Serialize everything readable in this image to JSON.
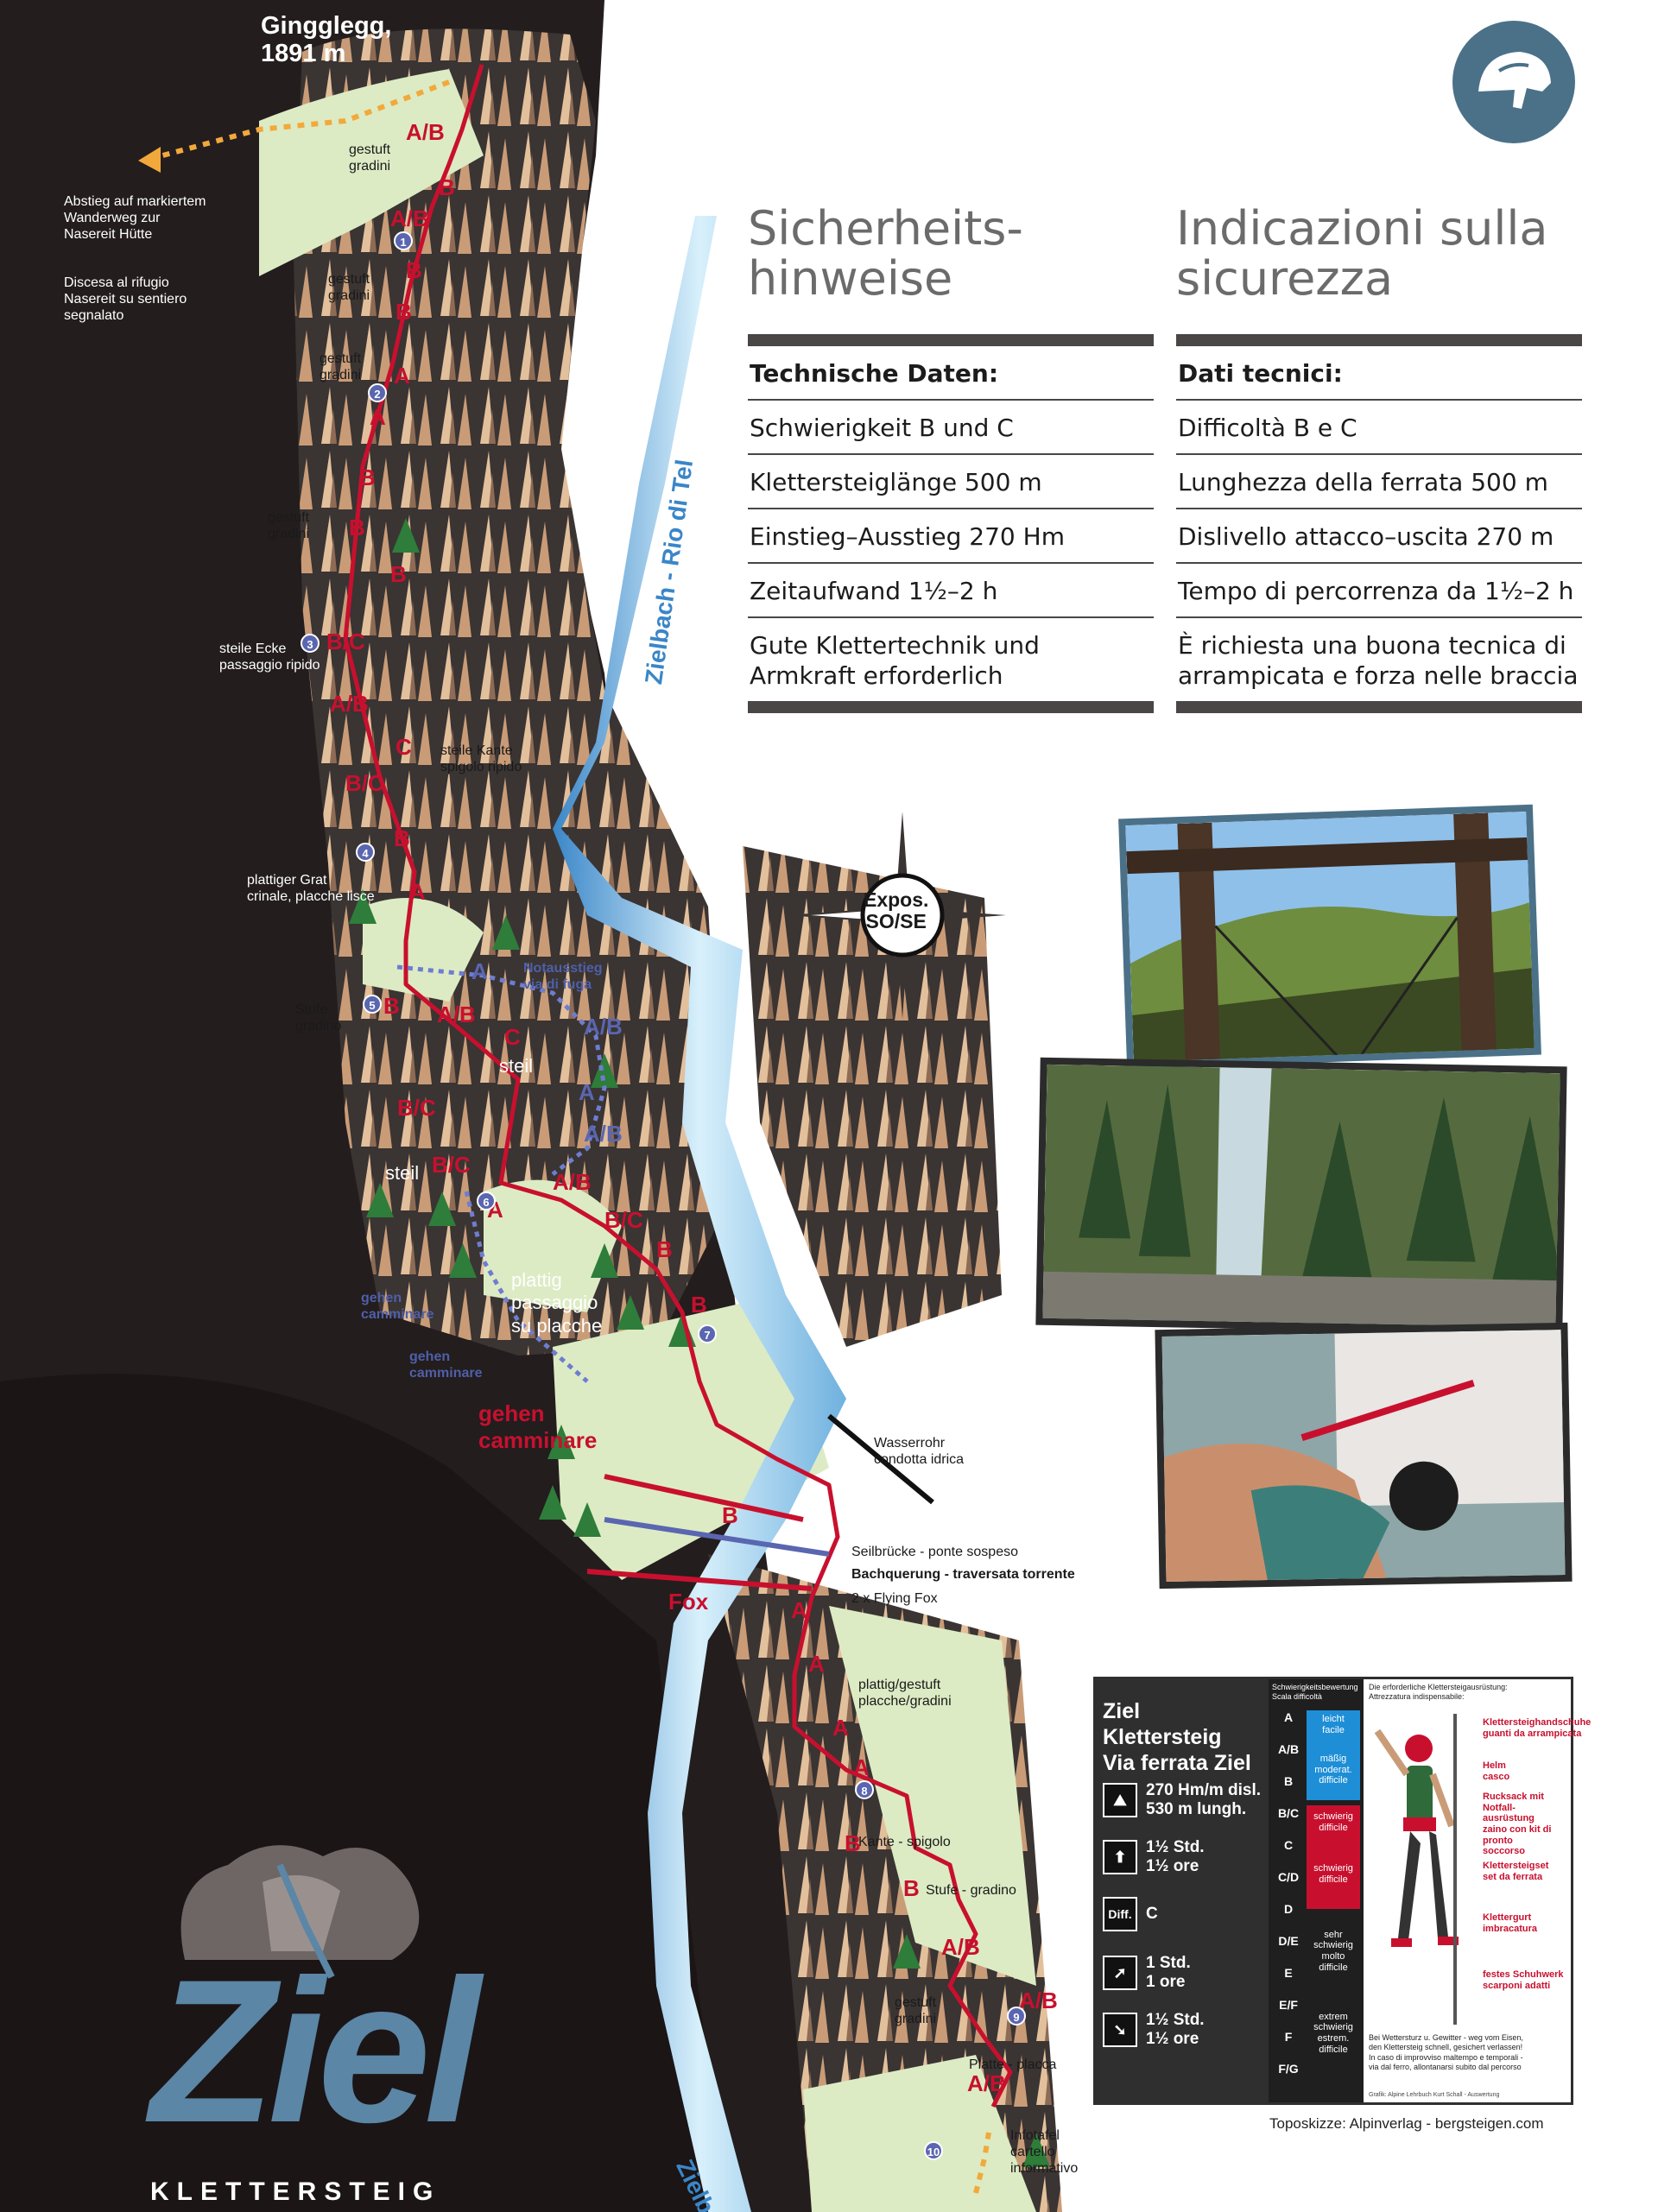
{
  "summit": {
    "name": "Gingglegg,\n1891 m"
  },
  "route_labels": {
    "descent_de": "Abstieg auf markiertem\nWanderweg zur\nNasereit Hütte",
    "descent_it": "Discesa al rifugio\nNasereit su sentiero\nsegnalato",
    "gestuft_1": "gestuft\ngradini",
    "gestuft_2": "gestuft\ngradini",
    "gestuft_3": "gestuft\ngradini",
    "gestuft_4": "gestuft\ngradini",
    "steile_ecke": "steile Ecke\npassaggio ripido",
    "steile_kante": "steile Kante\nspigolo ripido",
    "plattiger_grat": "plattiger Grat\ncrinale, placche lisce",
    "notausstieg": "Notausstieg\nvia di fuga",
    "stufe": "Stufe\ngradino",
    "steil_1": "steil",
    "steil_2": "steil",
    "plattig": "plattig\npassaggio\nsu placche",
    "gehen_1": "gehen\ncamminare",
    "gehen_2": "gehen\ncamminare",
    "gehen_red": "gehen\ncamminare",
    "wasserrohr": "Wasserrohr\ncondotta idrica",
    "seilbruecke": "Seilbrücke - ponte sospeso",
    "bachquerung": "Bachquerung - traversata torrente",
    "flying_fox": "2 x Flying Fox",
    "fox": "Fox",
    "plattig_gestuft": "plattig/gestuft\nplacche/gradini",
    "kante": "Kante - spigolo",
    "stufe_gradino": "Stufe - gradino",
    "gestuft_5": "gestuft\ngradini",
    "platte": "Platte - placca",
    "infotafel": "Infotafel\ncartello\ninformativo",
    "stream_main": "Zielbach - Rio di Tel",
    "stream_bottom": "Zielb"
  },
  "grades": [
    {
      "t": "A/B"
    },
    {
      "t": "B"
    },
    {
      "t": "A/B"
    },
    {
      "t": "B"
    },
    {
      "t": "B"
    },
    {
      "t": "A"
    },
    {
      "t": "A"
    },
    {
      "t": "B"
    },
    {
      "t": "B"
    },
    {
      "t": "B"
    },
    {
      "t": "B/C"
    },
    {
      "t": "A/B"
    },
    {
      "t": "C"
    },
    {
      "t": "B/C"
    },
    {
      "t": "B"
    },
    {
      "t": "A"
    },
    {
      "t": "B"
    },
    {
      "t": "A/B"
    },
    {
      "t": "C"
    },
    {
      "t": "B/C"
    },
    {
      "t": "B/C"
    },
    {
      "t": "A"
    },
    {
      "t": "A/B"
    },
    {
      "t": "B/C"
    },
    {
      "t": "B"
    },
    {
      "t": "B"
    },
    {
      "t": "B"
    },
    {
      "t": "A"
    },
    {
      "t": "A"
    },
    {
      "t": "A"
    },
    {
      "t": "A"
    },
    {
      "t": "B"
    },
    {
      "t": "B"
    },
    {
      "t": "A/B"
    },
    {
      "t": "A/B"
    },
    {
      "t": "A/B"
    }
  ],
  "blue_grades": [
    "A",
    "A/B",
    "A",
    "A/B"
  ],
  "waypoints": [
    "1",
    "2",
    "3",
    "4",
    "5",
    "6",
    "7",
    "8",
    "9",
    "10"
  ],
  "compass": {
    "label": "Expos.\nSO/SE"
  },
  "safety_de": {
    "title": "Sicherheits-\nhinweise",
    "rows": [
      "Technische Daten:",
      "Schwierigkeit B und C",
      "Klettersteiglänge 500 m",
      "Einstieg–Ausstieg 270 Hm",
      "Zeitaufwand 1½–2 h",
      "Gute Klettertechnik und\nArmkraft erforderlich"
    ]
  },
  "safety_it": {
    "title": "Indicazioni sulla\nsicurezza",
    "rows": [
      "Dati tecnici:",
      "Difficoltà B e C",
      "Lunghezza della ferrata 500 m",
      "Dislivello attacco–uscita 270 m",
      "Tempo di percorrenza da 1½–2 h",
      "È richiesta una buona tecnica di\narrampicata e forza nelle braccia"
    ]
  },
  "infobox": {
    "title": "Ziel Klettersteig\nVia ferrata Ziel",
    "stats": [
      {
        "icon": "",
        "text": "270 Hm/m disl.\n530 m lungh."
      },
      {
        "icon": "",
        "text": "1½ Std.\n1½ ore"
      },
      {
        "icon": "Diff.",
        "text": "C"
      },
      {
        "icon": "",
        "text": "1 Std.\n1 ore"
      },
      {
        "icon": "",
        "text": "1½ Std.\n1½ ore"
      }
    ],
    "scale_header": "Schwierigkeitsbewertung\nScala difficoltà",
    "gear_header": "Die erforderliche Klettersteigausrüstung:\nAttrezzatura indispensabile:",
    "grade_levels": [
      "A",
      "A/B",
      "B",
      "B/C",
      "C",
      "C/D",
      "D",
      "D/E",
      "E",
      "E/F",
      "F",
      "F/G"
    ],
    "bands": [
      {
        "label": "leicht\nfacile",
        "color": "#1e8ed6"
      },
      {
        "label": "mäßig\nmoderat.\ndifficile",
        "color": "#1e8ed6"
      },
      {
        "label": "schwierig\ndifficile",
        "color": "#c8102e"
      },
      {
        "label": "schwierig\ndifficile",
        "color": "#c8102e"
      },
      {
        "label": "sehr\nschwierig\nmolto\ndifficile",
        "color": "#1f1f1f"
      },
      {
        "label": "extrem\nschwierig\nestrem.\ndifficile",
        "color": "#1f1f1f"
      }
    ],
    "gear": [
      "Klettersteighandschuhe\nguanti da arrampicata",
      "Helm\ncasco",
      "Rucksack mit Notfall-\nausrüstung\nzaino con kit di pronto\nsoccorso",
      "Klettersteigset\nset da ferrata",
      "Klettergurt\nimbracatura",
      "festes Schuhwerk\nscarponi adatti"
    ],
    "warning": "Bei Wettersturz u. Gewitter - weg vom Eisen,\nden Klettersteig schnell, gesichert verlassen!\nIn caso di improvviso maltempo e temporali -\nvia dal ferro, allontanarsi subito dal percorso",
    "fine_print": "Grafik: Alpine Lehrbuch Kurt Schall - Auswertung"
  },
  "credit": "Toposkizze: Alpinverlag - bergsteigen.com",
  "logo": {
    "word": "Ziel",
    "subtitle": "KLETTERSTEIG"
  },
  "colors": {
    "route": "#c8102e",
    "escape": "#5a66b0",
    "rock": "#3a3433",
    "background": "#231d1e",
    "water": "#9fd3ef",
    "meadow": "#dcebc4",
    "logo": "#5b86a6",
    "heading": "#6b6b6b",
    "rule": "#4a4646"
  }
}
